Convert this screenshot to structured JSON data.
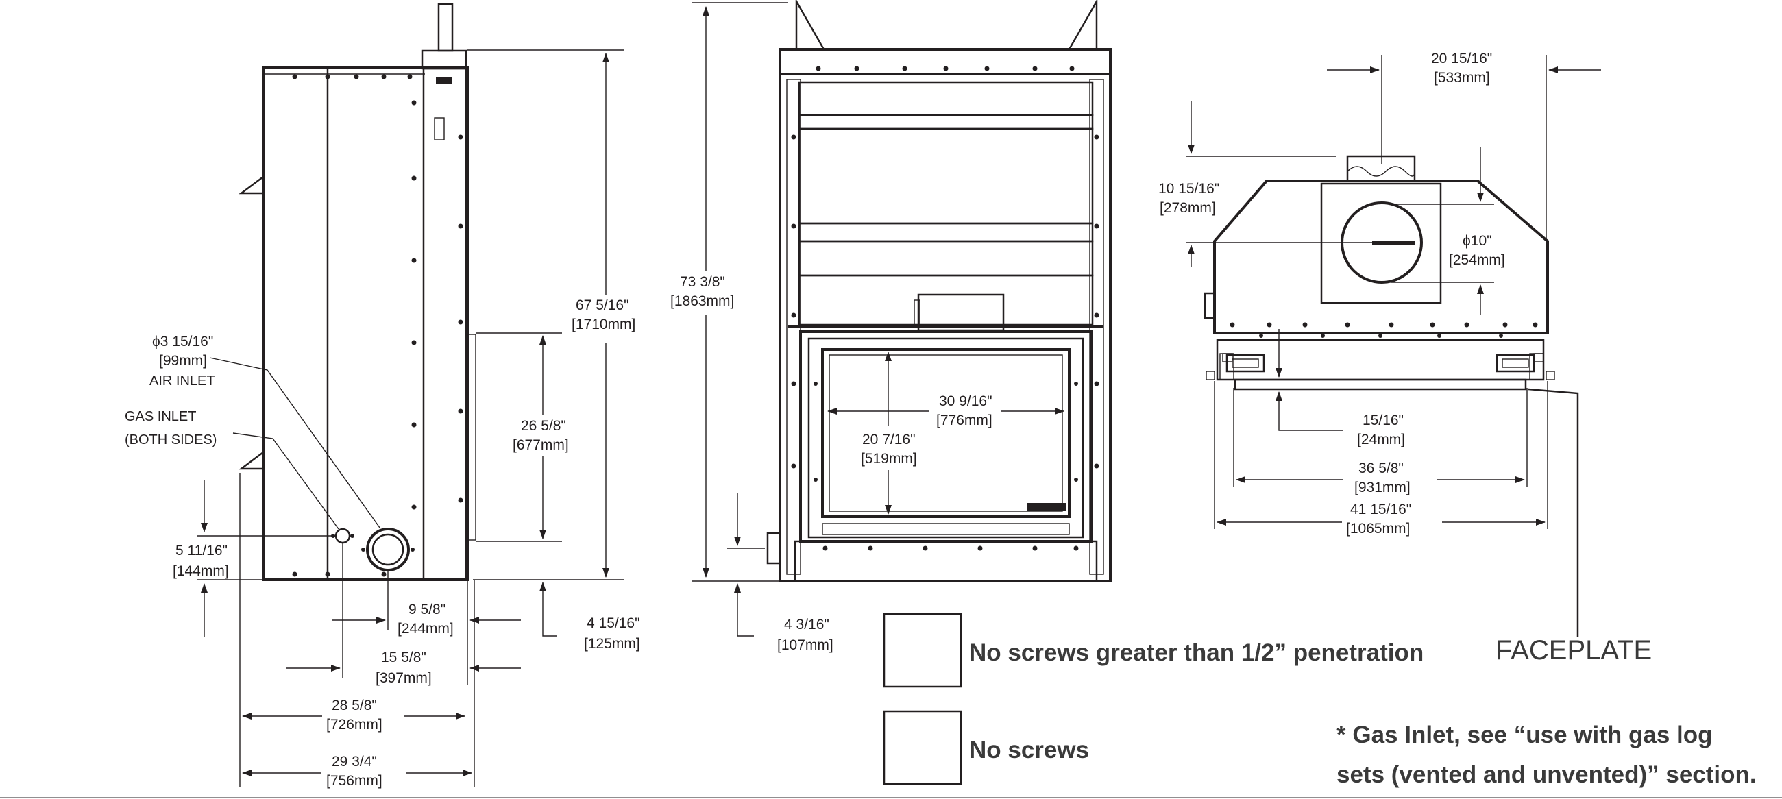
{
  "side_view": {
    "air_inlet": {
      "dia": "ϕ3 15/16\"",
      "mm": "[99mm]",
      "label": "AIR INLET"
    },
    "gas_inlet": {
      "label1": "GAS INLET",
      "label2": "(BOTH SIDES)"
    },
    "height_total": {
      "in": "67 5/16\"",
      "mm": "[1710mm]"
    },
    "height_opening": {
      "in": "26 5/8\"",
      "mm": "[677mm]"
    },
    "height_gas": {
      "in": "5 11/16\"",
      "mm": "[144mm]"
    },
    "height_base": {
      "in": "4 15/16\"",
      "mm": "[125mm]"
    },
    "depth_a": {
      "in": "9 5/8\"",
      "mm": "[244mm]"
    },
    "depth_b": {
      "in": "15 5/8\"",
      "mm": "[397mm]"
    },
    "depth_c": {
      "in": "28 5/8\"",
      "mm": "[726mm]"
    },
    "depth_d": {
      "in": "29 3/4\"",
      "mm": "[756mm]"
    }
  },
  "front_view": {
    "height_total": {
      "in": "73 3/8\"",
      "mm": "[1863mm]"
    },
    "height_base": {
      "in": "4 3/16\"",
      "mm": "[107mm]"
    },
    "opening_width": {
      "in": "30 9/16\"",
      "mm": "[776mm]"
    },
    "opening_height": {
      "in": "20 7/16\"",
      "mm": "[519mm]"
    }
  },
  "top_view": {
    "flue_offset": {
      "in": "20 15/16\"",
      "mm": "[533mm]"
    },
    "flue_depth": {
      "in": "10 15/16\"",
      "mm": "[278mm]"
    },
    "flue_dia": {
      "in": "ϕ10\"",
      "mm": "[254mm]"
    },
    "faceplate_gap": {
      "in": "15/16\"",
      "mm": "[24mm]"
    },
    "width_inner": {
      "in": "36 5/8\"",
      "mm": "[931mm]"
    },
    "width_outer": {
      "in": "41 15/16\"",
      "mm": "[1065mm]"
    },
    "faceplate_label": "FACEPLATE"
  },
  "legend": {
    "solid_label": "No screws greater than 1/2” penetration",
    "hatch_label": "No screws"
  },
  "footnote": {
    "line1": "*  Gas Inlet, see “use with gas log",
    "line2": "sets (vented and unvented)” section."
  },
  "colors": {
    "line": "#231f20",
    "fill_gray": "#a7a9ac",
    "text_gray": "#3a3a3a"
  }
}
